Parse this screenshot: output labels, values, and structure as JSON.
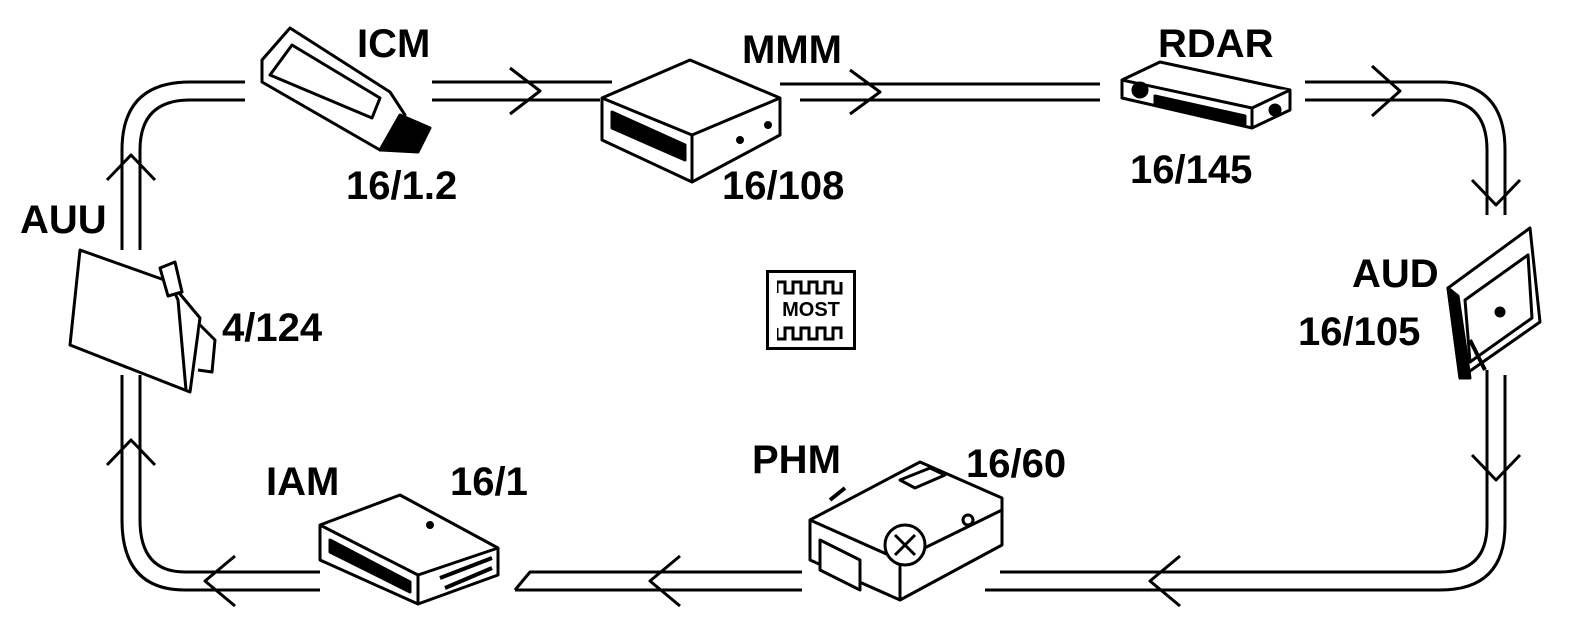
{
  "diagram": {
    "center_badge": {
      "text": "MOST",
      "icon": "square-wave-icon"
    },
    "modules": [
      {
        "id": "icm",
        "name": "ICM",
        "code": "16/1.2"
      },
      {
        "id": "mmm",
        "name": "MMM",
        "code": "16/108"
      },
      {
        "id": "rdar",
        "name": "RDAR",
        "code": "16/145"
      },
      {
        "id": "aud",
        "name": "AUD",
        "code": "16/105"
      },
      {
        "id": "phm",
        "name": "PHM",
        "code": "16/60"
      },
      {
        "id": "iam",
        "name": "IAM",
        "code": "16/1"
      },
      {
        "id": "auu",
        "name": "AUU",
        "code": "4/124"
      }
    ],
    "ring_direction": "clockwise"
  },
  "colors": {
    "line": "#000000",
    "background": "#ffffff"
  }
}
